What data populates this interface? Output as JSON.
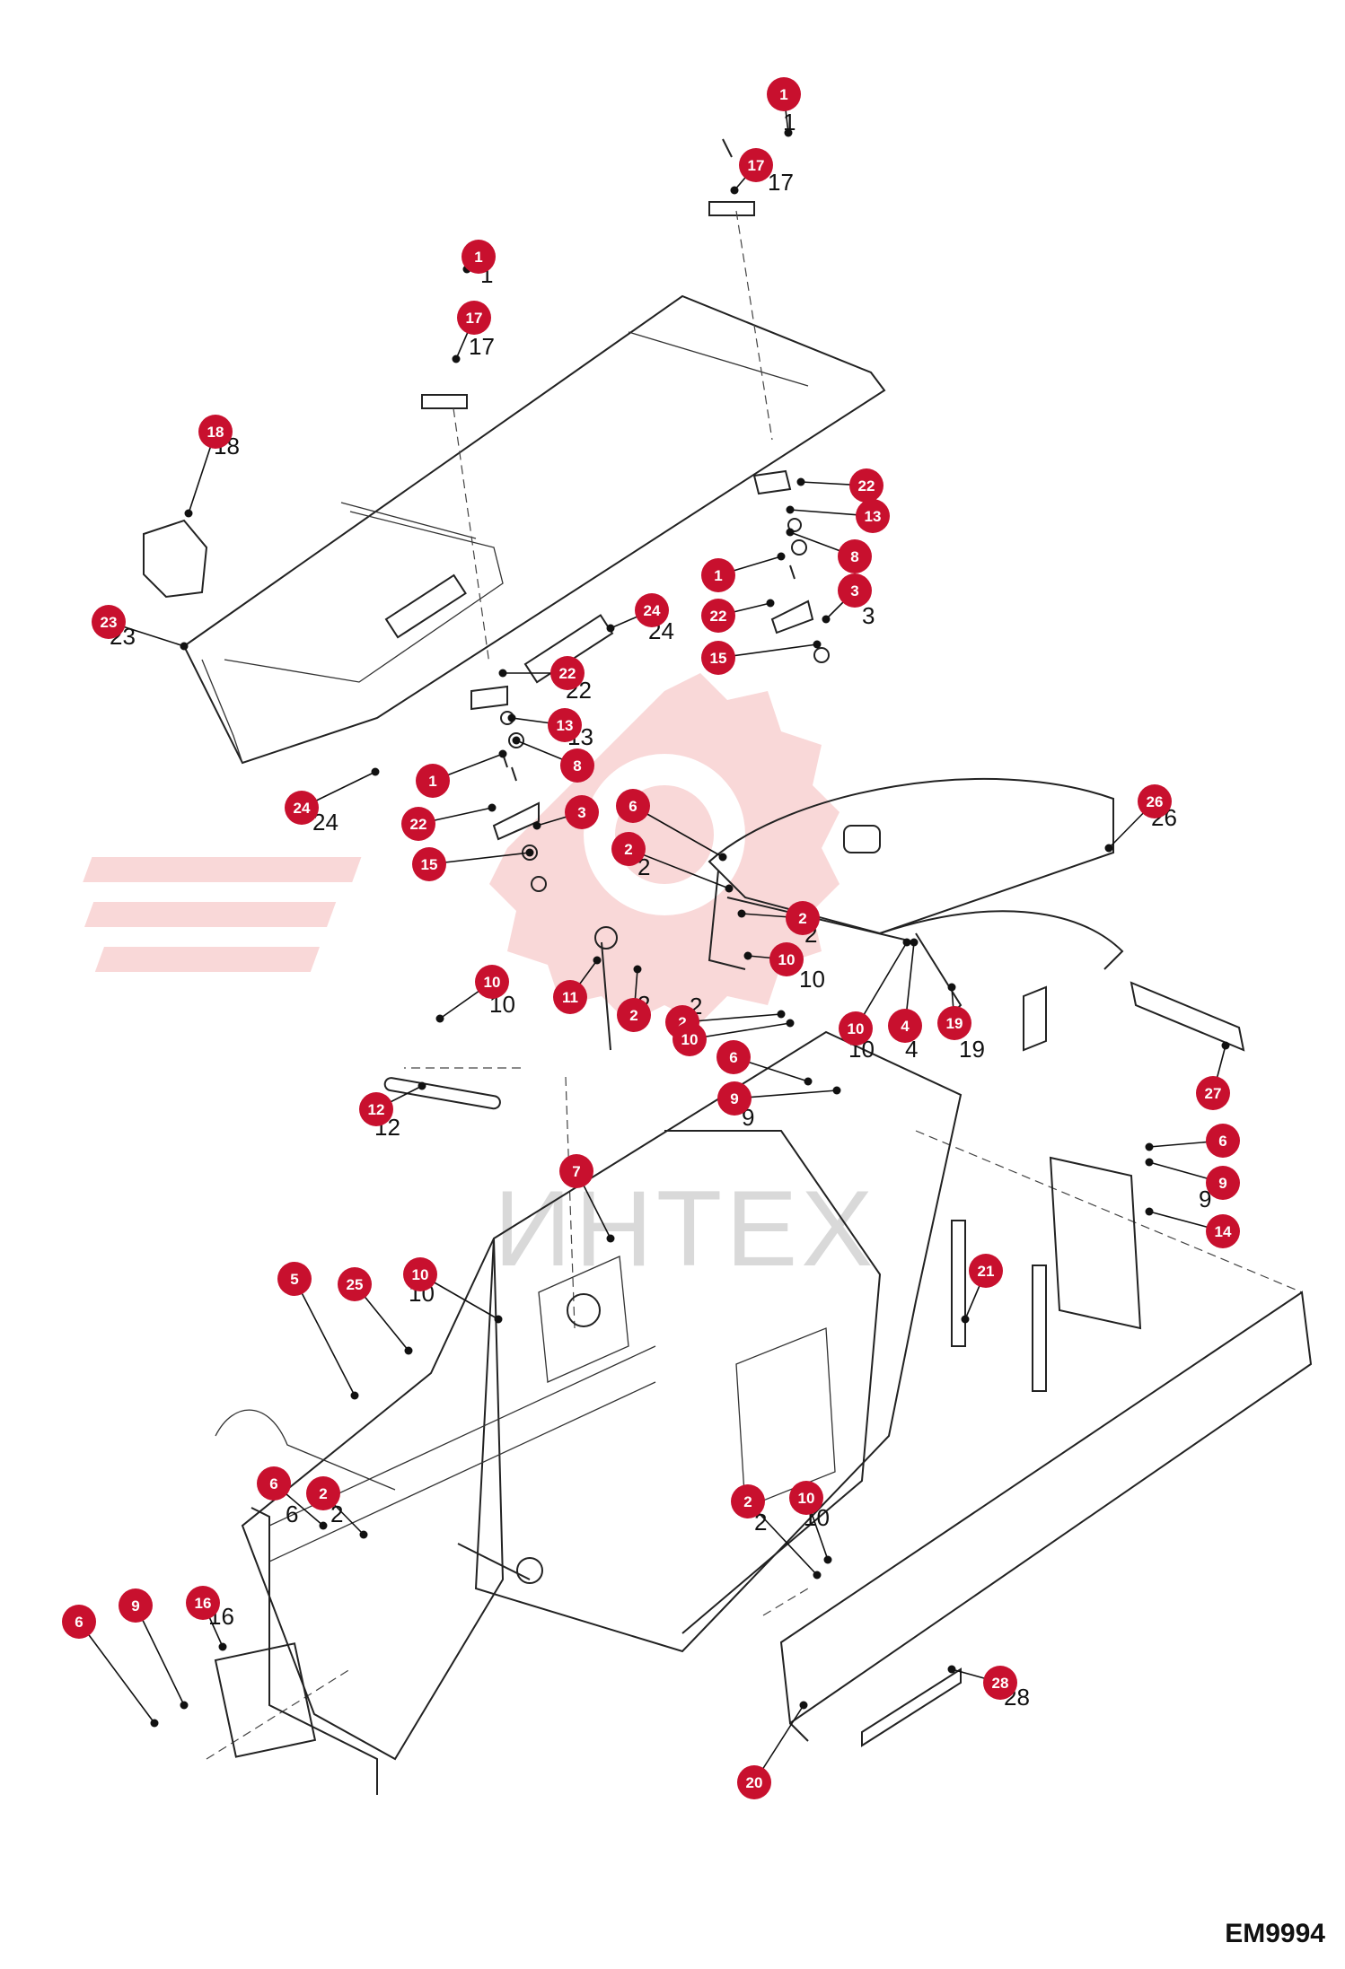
{
  "watermark": {
    "text": "ИНТЕХ",
    "color": "#f2c0c0"
  },
  "diagram_code": "EM9994",
  "colors": {
    "callout": "#c8102e",
    "line": "#222222"
  },
  "callouts": [
    {
      "id": "c1a",
      "num": "1"
    },
    {
      "id": "c17a",
      "num": "17"
    },
    {
      "id": "c1b",
      "num": "1"
    },
    {
      "id": "c17b",
      "num": "17"
    },
    {
      "id": "c18",
      "num": "18"
    },
    {
      "id": "c22a",
      "num": "22"
    },
    {
      "id": "c13a",
      "num": "13"
    },
    {
      "id": "c8a",
      "num": "8"
    },
    {
      "id": "c1c",
      "num": "1"
    },
    {
      "id": "c3a",
      "num": "3"
    },
    {
      "id": "c22b",
      "num": "22"
    },
    {
      "id": "c23",
      "num": "23"
    },
    {
      "id": "c24a",
      "num": "24"
    },
    {
      "id": "c15a",
      "num": "15"
    },
    {
      "id": "c22c",
      "num": "22"
    },
    {
      "id": "c13b",
      "num": "13"
    },
    {
      "id": "c8b",
      "num": "8"
    },
    {
      "id": "c1d",
      "num": "1"
    },
    {
      "id": "c24b",
      "num": "24"
    },
    {
      "id": "c22d",
      "num": "22"
    },
    {
      "id": "c3b",
      "num": "3"
    },
    {
      "id": "c15b",
      "num": "15"
    },
    {
      "id": "c6a",
      "num": "6"
    },
    {
      "id": "c26",
      "num": "26"
    },
    {
      "id": "c2a",
      "num": "2"
    },
    {
      "id": "c2b",
      "num": "2"
    },
    {
      "id": "c10a",
      "num": "10"
    },
    {
      "id": "c10b",
      "num": "10"
    },
    {
      "id": "c11",
      "num": "11"
    },
    {
      "id": "c2c",
      "num": "2"
    },
    {
      "id": "c2d",
      "num": "2"
    },
    {
      "id": "c10c",
      "num": "10"
    },
    {
      "id": "c4",
      "num": "4"
    },
    {
      "id": "c19",
      "num": "19"
    },
    {
      "id": "c10d",
      "num": "10"
    },
    {
      "id": "c6b",
      "num": "6"
    },
    {
      "id": "c27",
      "num": "27"
    },
    {
      "id": "c12",
      "num": "12"
    },
    {
      "id": "c9a",
      "num": "9"
    },
    {
      "id": "c6c",
      "num": "6"
    },
    {
      "id": "c9b",
      "num": "9"
    },
    {
      "id": "c7",
      "num": "7"
    },
    {
      "id": "c14",
      "num": "14"
    },
    {
      "id": "c5",
      "num": "5"
    },
    {
      "id": "c25",
      "num": "25"
    },
    {
      "id": "c10e",
      "num": "10"
    },
    {
      "id": "c21",
      "num": "21"
    },
    {
      "id": "c6d",
      "num": "6"
    },
    {
      "id": "c2e",
      "num": "2"
    },
    {
      "id": "c2f",
      "num": "2"
    },
    {
      "id": "c10f",
      "num": "10"
    },
    {
      "id": "c6e",
      "num": "6"
    },
    {
      "id": "c9c",
      "num": "9"
    },
    {
      "id": "c16",
      "num": "16"
    },
    {
      "id": "c28",
      "num": "28"
    },
    {
      "id": "c20",
      "num": "20"
    }
  ],
  "labels": [
    {
      "id": "l1a",
      "text": "1"
    },
    {
      "id": "l17a",
      "text": "17"
    },
    {
      "id": "l1b",
      "text": "1"
    },
    {
      "id": "l17b",
      "text": "17"
    },
    {
      "id": "l18",
      "text": "18"
    },
    {
      "id": "l3a",
      "text": "3"
    },
    {
      "id": "l23",
      "text": "23"
    },
    {
      "id": "l24a",
      "text": "24"
    },
    {
      "id": "l22c",
      "text": "22"
    },
    {
      "id": "l13b",
      "text": "13"
    },
    {
      "id": "l24b",
      "text": "24"
    },
    {
      "id": "l26",
      "text": "26"
    },
    {
      "id": "l2a",
      "text": "2"
    },
    {
      "id": "l2b",
      "text": "2"
    },
    {
      "id": "l10a",
      "text": "10"
    },
    {
      "id": "l10b",
      "text": "10"
    },
    {
      "id": "l2c",
      "text": "2"
    },
    {
      "id": "l2d",
      "text": "2"
    },
    {
      "id": "l4",
      "text": "4"
    },
    {
      "id": "l19",
      "text": "19"
    },
    {
      "id": "l10d",
      "text": "10"
    },
    {
      "id": "l9a",
      "text": "9"
    },
    {
      "id": "l9b",
      "text": "9"
    },
    {
      "id": "l12",
      "text": "12"
    },
    {
      "id": "l10e",
      "text": "10"
    },
    {
      "id": "l6d",
      "text": "6"
    },
    {
      "id": "l2e",
      "text": "2"
    },
    {
      "id": "l2f",
      "text": "2"
    },
    {
      "id": "l10f",
      "text": "10"
    },
    {
      "id": "l16",
      "text": "16"
    },
    {
      "id": "l28",
      "text": "28"
    }
  ]
}
